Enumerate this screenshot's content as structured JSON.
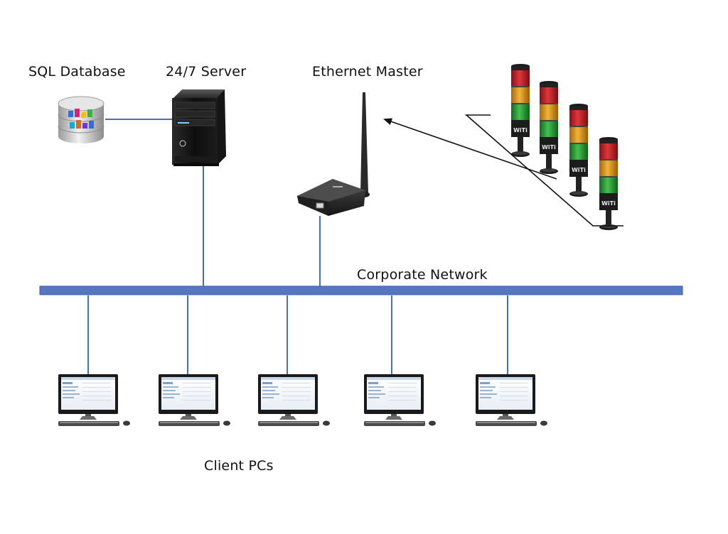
{
  "labels": {
    "sql_database": "SQL Database",
    "server": "24/7 Server",
    "ethernet_master": "Ethernet Master",
    "corporate_network": "Corporate Network",
    "client_pcs": "Client PCs"
  },
  "beacon_label": "WiTi",
  "beacon_count": 4,
  "client_pc_count": 5,
  "colors": {
    "link_line": "#4a6fb5",
    "bus_fill": "#5577c0",
    "bus_stroke": "#3b5ea8",
    "beacon_red": "#c8202a",
    "beacon_amber": "#e09a1c",
    "beacon_green": "#2e9a3a"
  },
  "icons": {
    "database": "database-icon",
    "server": "server-tower-icon",
    "ethernet_master": "wireless-router-icon",
    "beacon": "signal-tower-light-icon",
    "client_pc": "desktop-computer-icon"
  }
}
